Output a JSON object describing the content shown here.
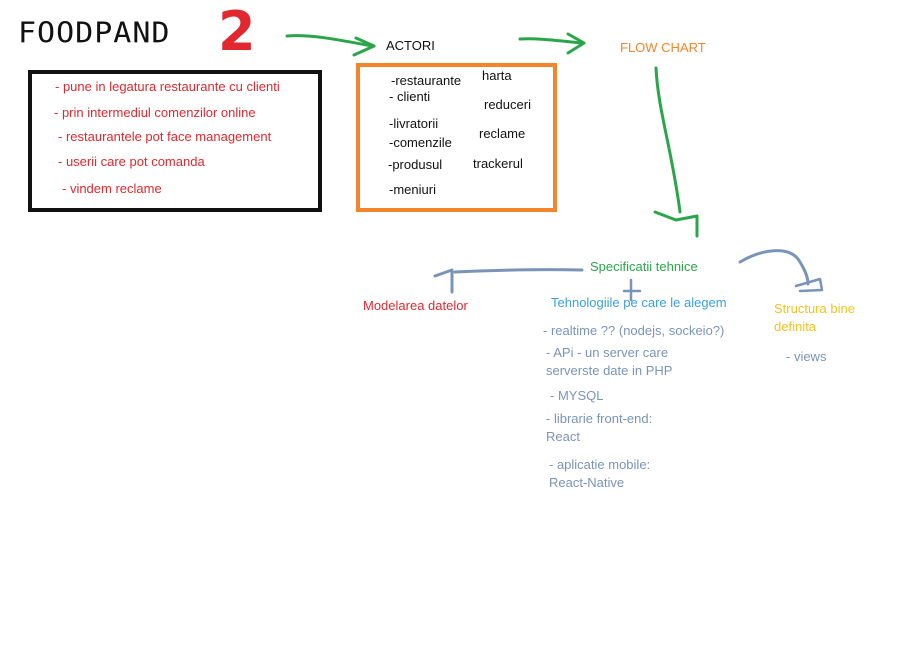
{
  "logo": {
    "text": "FOODPAND",
    "number": "2"
  },
  "description_box": {
    "items": [
      "- pune in legatura restaurante cu clienti",
      "- prin intermediul comenzilor online",
      "- restaurantele pot face management",
      "- userii care pot comanda",
      "- vindem reclame"
    ]
  },
  "actori": {
    "title": "ACTORI",
    "left_items": [
      "-restaurante",
      "- clienti",
      "-livratorii",
      "-comenzile",
      "-produsul",
      "-meniuri"
    ],
    "right_items": [
      "harta",
      "reduceri",
      "reclame",
      "trackerul"
    ]
  },
  "flow_chart": {
    "title": "FLOW CHART"
  },
  "specificatii": {
    "title": "Specificatii tehnice"
  },
  "modelarea": {
    "title": "Modelarea datelor"
  },
  "tehnologii": {
    "title": "Tehnologiile pe care le alegem",
    "items": [
      "- realtime ?? (nodejs, sockeio?)",
      "- APi - un server care",
      "serverste date in PHP",
      "- MYSQL",
      "- librarie front-end:",
      "React",
      "- aplicatie mobile:",
      "React-Native"
    ]
  },
  "structura": {
    "title_line1": "Structura bine",
    "title_line2": "definita",
    "items": [
      "- views"
    ]
  },
  "colors": {
    "red": "#e0282e",
    "orange": "#f5852a",
    "green": "#2aa64a",
    "blue": "#3aa0e0",
    "slate": "#7a94b8",
    "gold": "#f7c21f",
    "black": "#111111"
  }
}
